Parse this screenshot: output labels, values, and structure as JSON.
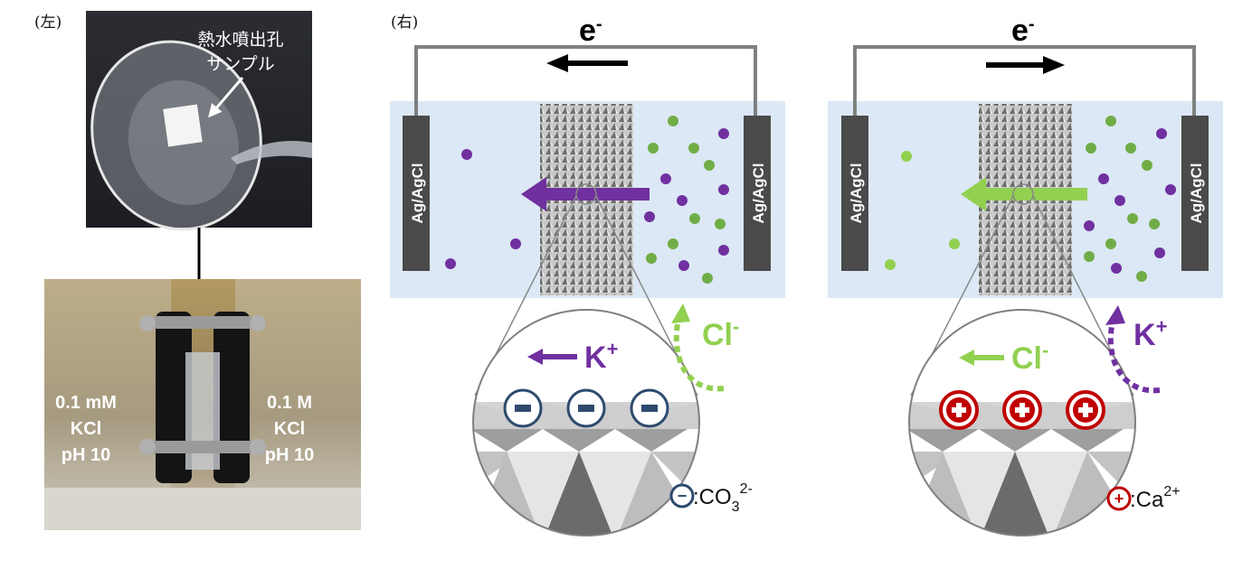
{
  "labels": {
    "left": "(左)",
    "right": "(右)"
  },
  "photo_top": {
    "annotation_line1": "熱水噴出孔",
    "annotation_line2": "サンプル"
  },
  "photo_bottom": {
    "left_solution": [
      "0.1 mM",
      "KCl",
      "pH 10"
    ],
    "right_solution": [
      "0.1 M",
      "KCl",
      "pH 10"
    ]
  },
  "cells": [
    {
      "electron_label": "e",
      "electron_sup": "-",
      "electron_flow": "left",
      "electrode_left": "Ag/AgCl",
      "electrode_right": "Ag/AgCl",
      "main_ion": "K",
      "main_ion_sup": "+",
      "side_ion": "Cl",
      "side_ion_sup": "-",
      "surface_charge": "−",
      "legend_symbol": "−",
      "legend_prefix": ":CO",
      "legend_sub": "3",
      "legend_sup": "2-"
    },
    {
      "electron_label": "e",
      "electron_sup": "-",
      "electron_flow": "right",
      "electrode_left": "Ag/AgCl",
      "electrode_right": "Ag/AgCl",
      "main_ion": "Cl",
      "main_ion_sup": "-",
      "side_ion": "K",
      "side_ion_sup": "+",
      "surface_charge": "+",
      "legend_symbol": "+",
      "legend_prefix": ":Ca",
      "legend_sub": "",
      "legend_sup": "2+"
    }
  ],
  "colors": {
    "purple": "#7030a0",
    "green": "#70ad47",
    "light_green": "#92d050",
    "blue_charge": "#2e4a6e",
    "red_charge": "#c00000",
    "cell_bg": "#dce8f5",
    "electrode": "#4a4a4a",
    "wire": "#808080"
  }
}
